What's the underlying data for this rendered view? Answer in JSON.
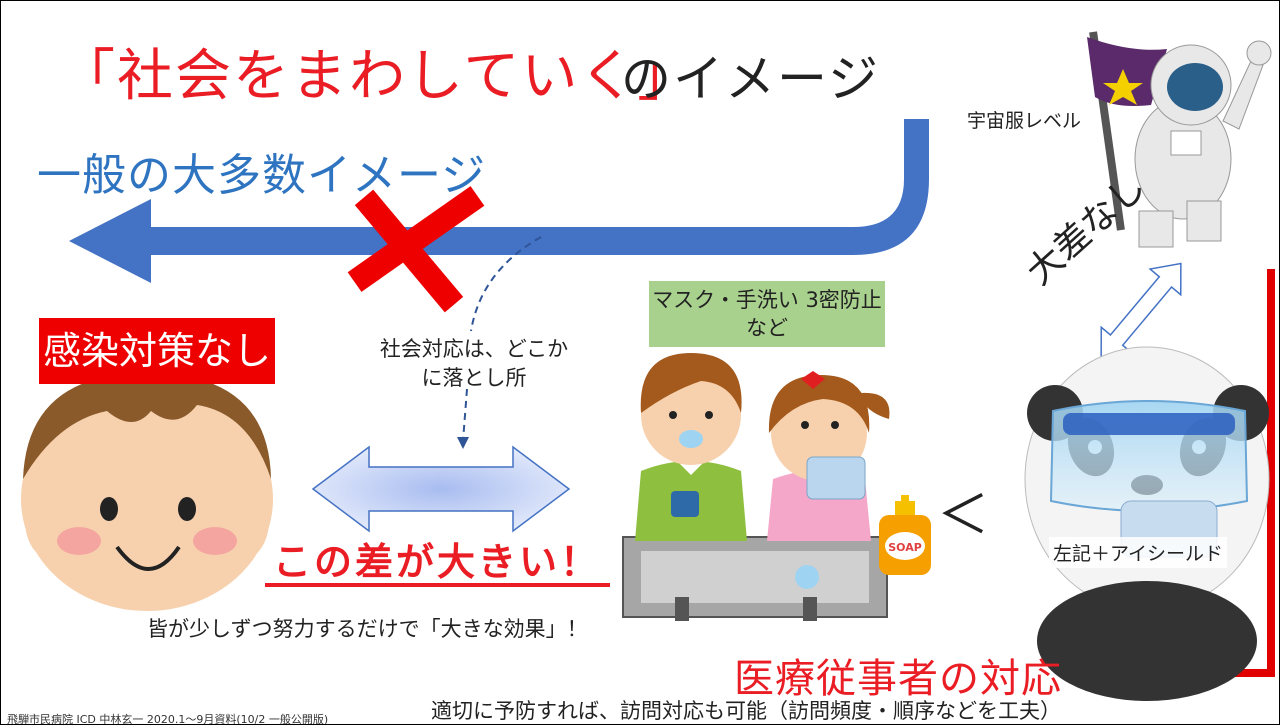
{
  "title": {
    "quoted": "「社会をまわしていく」",
    "rest": "のイメージ"
  },
  "left_arrow_label": "一般の大多数イメージ",
  "no_measures_label": "感染対策なし",
  "society_note": "社会対応は、どこかに落とし所",
  "masks_label": "マスク・手洗い 3密防止など",
  "spacesuit_label": "宇宙服レベル",
  "no_big_diff_label": "大差なし",
  "less_than": "＜",
  "shield_label": "左記＋アイシールド",
  "big_diff_label": "この差が大きい！",
  "effect_note": "皆が少しずつ努力するだけで「大きな効果」！",
  "medical_label": "医療従事者の対応",
  "visit_note": "適切に予防すれば、訪問対応も可能（訪問頻度・順序などを工夫）",
  "credit": "飛騨市民病院 ICD 中林玄一 2020.1～9月資料(10/2 一般公開版)",
  "soap_text": "SOAP",
  "colors": {
    "title_red": "#ea1c24",
    "blue_arrow": "#4472c4",
    "blue_text": "#2e74c0",
    "green_box": "#a9d18e",
    "red_arrow": "#e00000"
  }
}
